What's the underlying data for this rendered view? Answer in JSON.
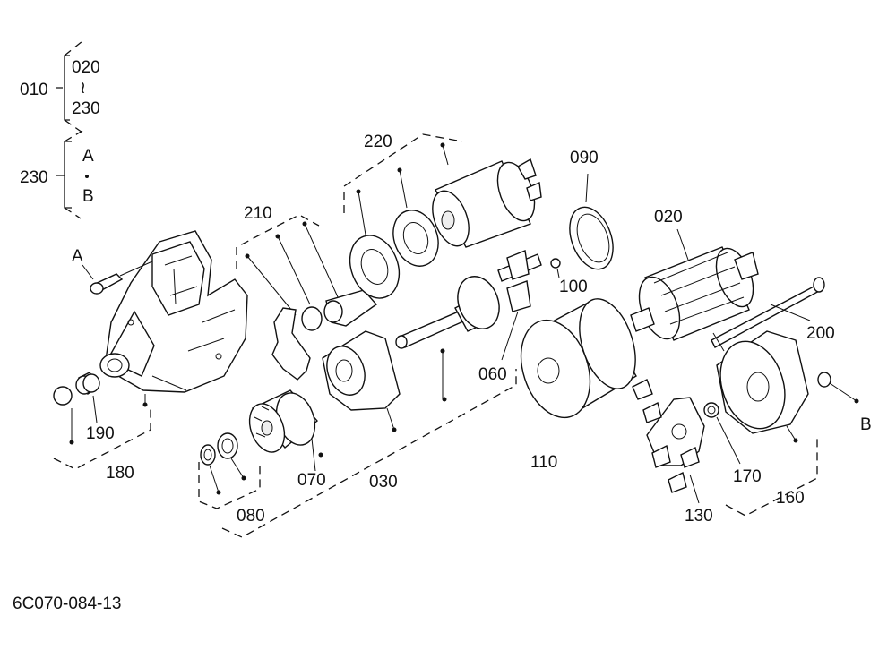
{
  "labels": {
    "p010": "010",
    "p020a": "020",
    "tilde": "≀",
    "p230a": "230",
    "p230": "230",
    "A_top": "A",
    "B_top": "B",
    "A_bolt": "A",
    "p220": "220",
    "p090": "090",
    "p210": "210",
    "p020": "020",
    "p100": "100",
    "p200": "200",
    "p060": "060",
    "B_bolt": "B",
    "p190": "190",
    "p180": "180",
    "p110": "110",
    "p070": "070",
    "p030": "030",
    "p170": "170",
    "p160": "160",
    "p130": "130",
    "p080": "080"
  },
  "footer_code": "6C070-084-13"
}
